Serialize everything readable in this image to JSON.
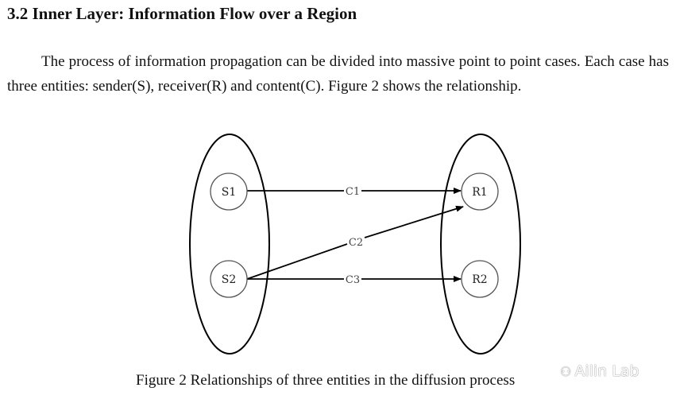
{
  "section": {
    "heading": "3.2 Inner Layer: Information Flow over a Region",
    "paragraph": "The process of information propagation can be divided into massive point to point cases. Each case has three entities: sender(S), receiver(R) and content(C). Figure 2 shows the relationship."
  },
  "figure": {
    "nodes": {
      "s1": "S1",
      "s2": "S2",
      "r1": "R1",
      "r2": "R2"
    },
    "edges": {
      "c1": "C1",
      "c2": "C2",
      "c3": "C3"
    },
    "caption": "Figure 2 Relationships of three entities in the diffusion process"
  },
  "watermark": {
    "icon": "wechat-icon",
    "text": "Ailin Lab"
  }
}
